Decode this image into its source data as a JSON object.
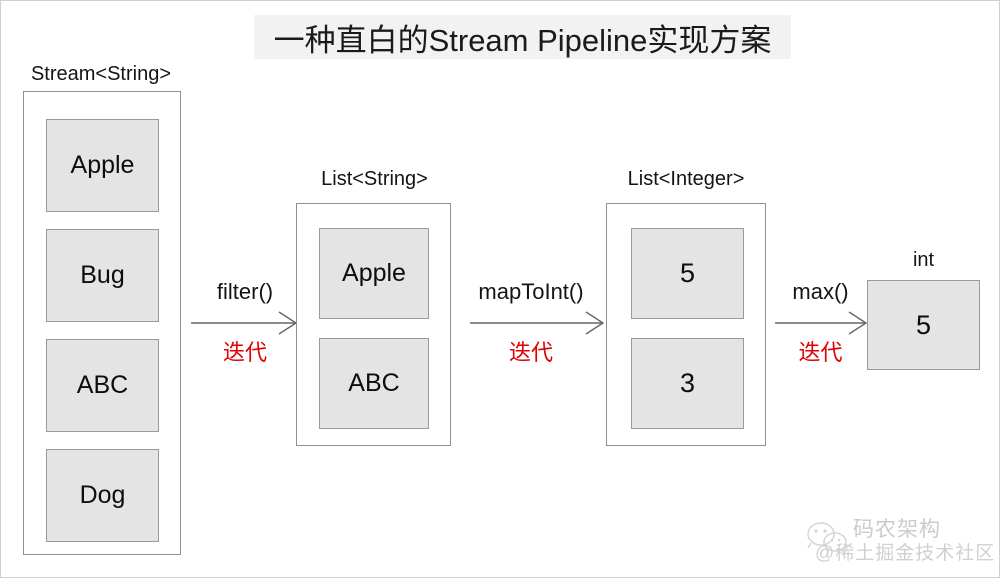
{
  "diagram": {
    "title": "一种直白的Stream Pipeline实现方案",
    "stages": [
      {
        "label": "Stream<String>",
        "items": [
          "Apple",
          "Bug",
          "ABC",
          "Dog"
        ]
      },
      {
        "label": "List<String>",
        "items": [
          "Apple",
          "ABC"
        ]
      },
      {
        "label": "List<Integer>",
        "items": [
          "5",
          "3"
        ]
      },
      {
        "label": "int",
        "items": [
          "5"
        ]
      }
    ],
    "arrows": [
      {
        "operation": "filter()",
        "note": "迭代"
      },
      {
        "operation": "mapToInt()",
        "note": "迭代"
      },
      {
        "operation": "max()",
        "note": "迭代"
      }
    ],
    "colors": {
      "title_band": "#f2f2f2",
      "cell_fill": "#e4e4e4",
      "cell_border": "#9a9a9a",
      "container_border": "#8f8f8f",
      "note_color": "#e00000",
      "text_color": "#141414"
    }
  },
  "watermark": {
    "brand": "码农架构",
    "source": "@稀土掘金技术社区",
    "icon": "wechat-penguin-icon"
  }
}
